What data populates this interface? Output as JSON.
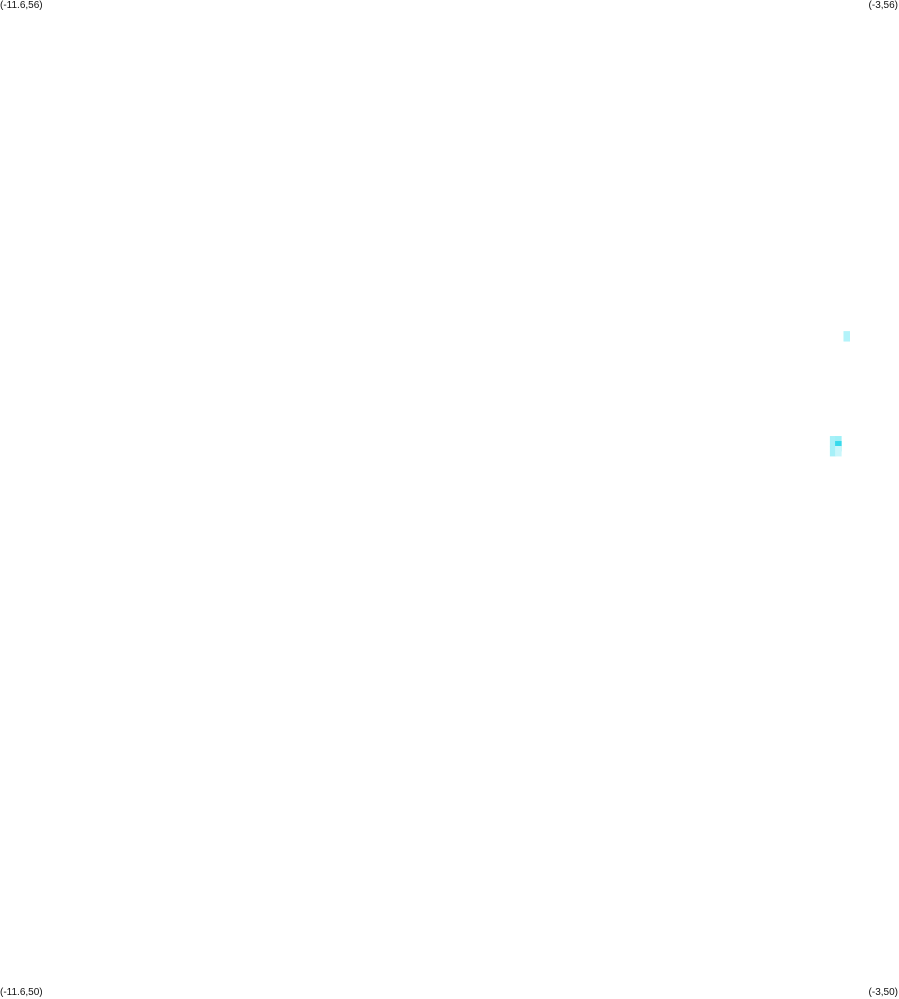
{
  "map": {
    "corners": {
      "top_left": "(-11.6,56)",
      "top_right": "(-3,56)",
      "bottom_left": "(-11.6,50)",
      "bottom_right": "(-3,50)"
    },
    "extent": {
      "lon_min": -11.6,
      "lon_max": -3,
      "lat_min": 50,
      "lat_max": 56
    },
    "cell_size_deg": 0.0625,
    "cells": [
      {
        "lon": -3.5,
        "lat": 53.98,
        "color": "#b3f3fa"
      },
      {
        "lon": -3.63,
        "lat": 53.35,
        "color": "#a6f0f8"
      },
      {
        "lon": -3.58,
        "lat": 53.35,
        "color": "#9ef0f7"
      },
      {
        "lon": -3.58,
        "lat": 53.32,
        "color": "#37d9ec"
      },
      {
        "lon": -3.63,
        "lat": 53.29,
        "color": "#a6f0f8"
      },
      {
        "lon": -3.58,
        "lat": 53.29,
        "color": "#c9f6fb"
      }
    ]
  }
}
